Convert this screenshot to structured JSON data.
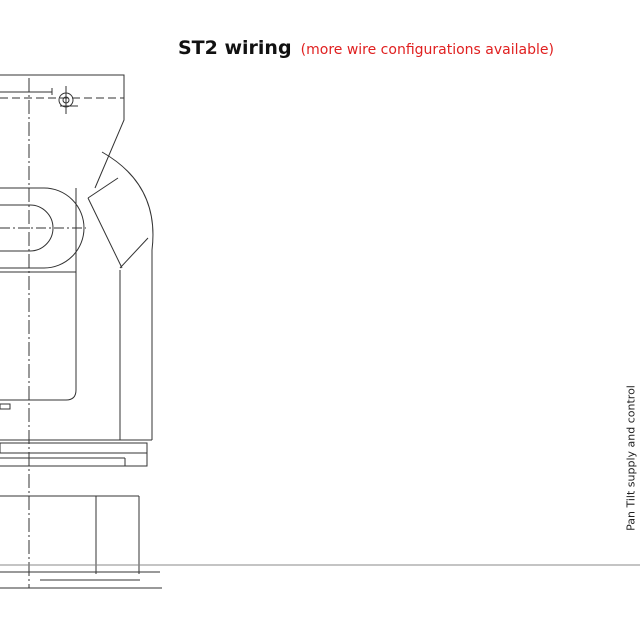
{
  "header": {
    "title": "ST2 wiring",
    "note": "(more wire configurations available)",
    "note_color": "#e02020"
  },
  "side_label": "Pan Tilt supply and control",
  "drawing": {
    "subject": "pan-tilt-head-line-drawing",
    "line_color": "#333333"
  }
}
